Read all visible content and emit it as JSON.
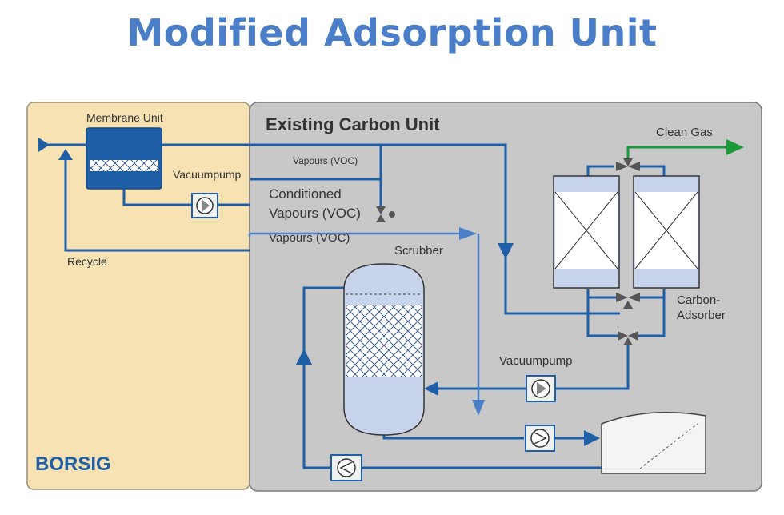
{
  "page": {
    "title": "Modified Adsorption Unit"
  },
  "borsig_panel": {
    "membrane_label": "Membrane Unit",
    "vacuumpump_label": "Vacuumpump",
    "recycle_label": "Recycle",
    "logo": "BORSIG"
  },
  "carbon_panel": {
    "title": "Existing Carbon Unit",
    "vapours_top": "Vapours (VOC)",
    "conditioned_line1": "Conditioned",
    "conditioned_line2": "Vapours (VOC)",
    "vapours_bottom": "Vapours (VOC)",
    "scrubber_label": "Scrubber",
    "clean_gas_label": "Clean Gas",
    "adsorber_line1": "Carbon-",
    "adsorber_line2": "Adsorber",
    "vacuumpump_label": "Vacuumpump"
  },
  "colors": {
    "title": "#4a7ec8",
    "pipe": "#1f5fa8",
    "pipe_light": "#4a7ec8",
    "clean_gas": "#1a9a3a",
    "left_panel": "#f7e2b4",
    "right_panel": "#c8c8c8",
    "logo": "#1f5fa8"
  }
}
